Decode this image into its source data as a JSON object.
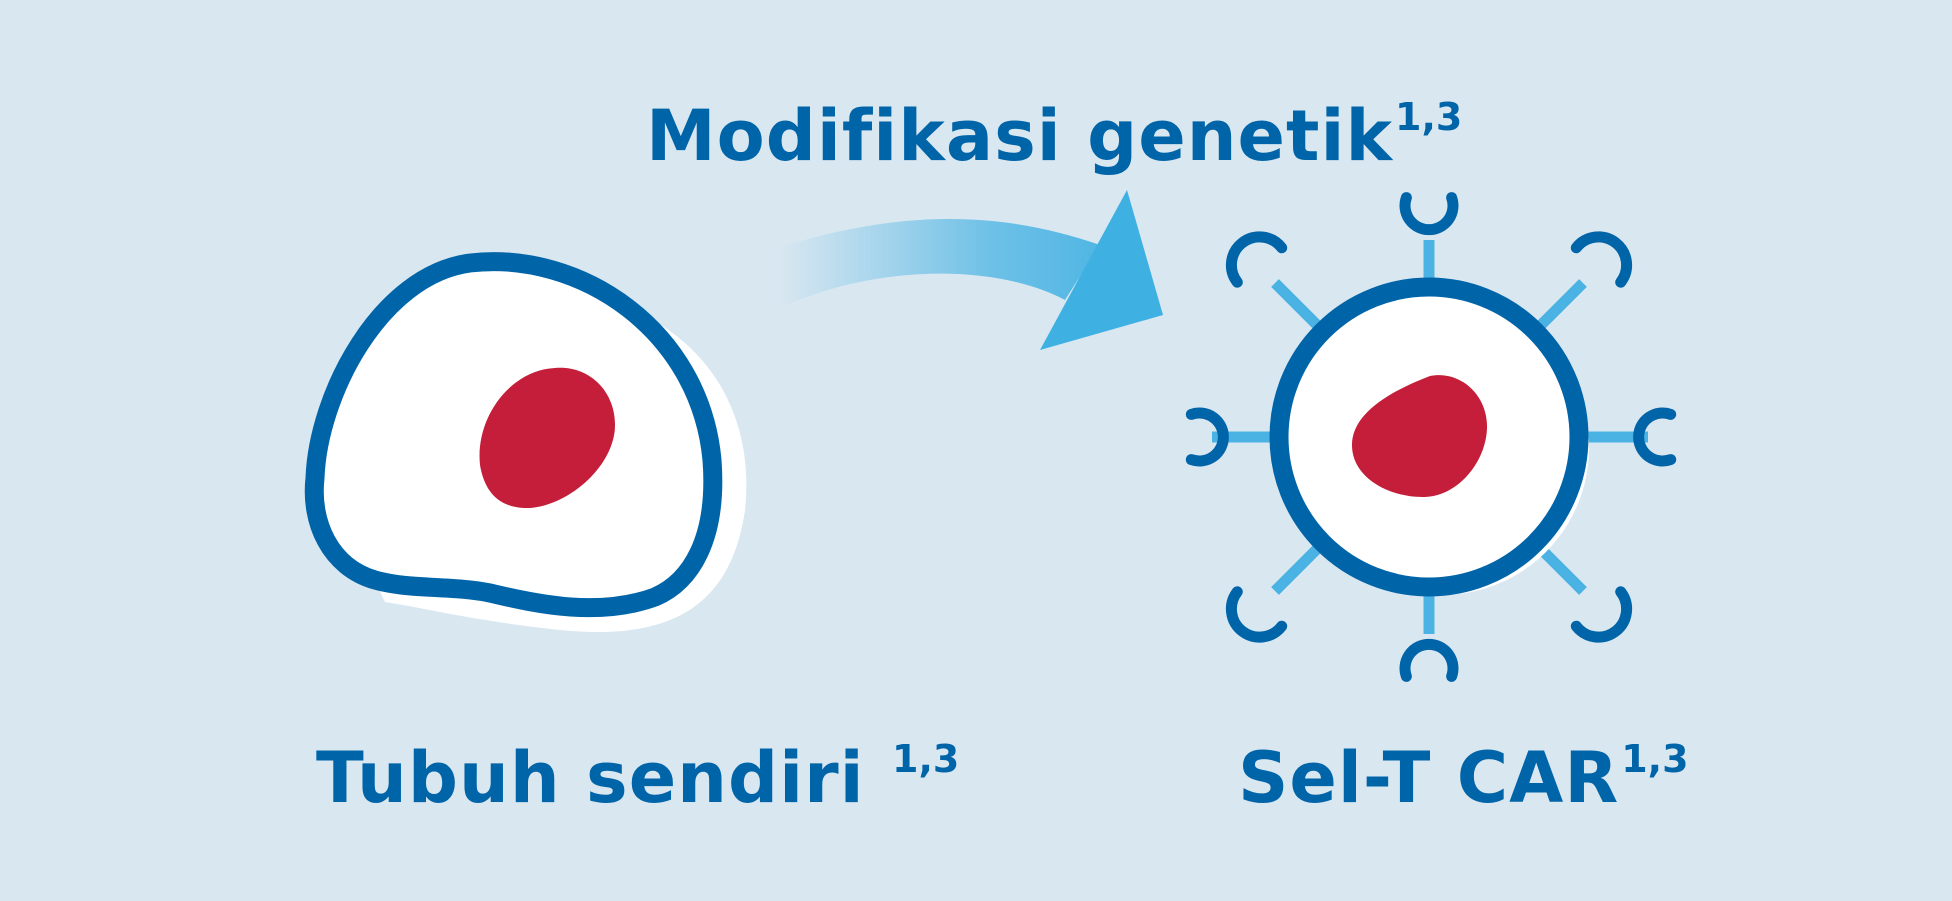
{
  "labels": {
    "process": {
      "text": "Modifikasi genetik",
      "ref": "1,3"
    },
    "source_cell": {
      "text": "Tubuh sendiri",
      "ref": "1,3"
    },
    "result_cell": {
      "text": "Sel-T CAR",
      "ref": "1,3"
    }
  },
  "colors": {
    "background": "#d9e7f1",
    "membrane": "#0064a8",
    "cell_fill": "#ffffff",
    "nucleus": "#c41e3a",
    "receptor_stalk": "#4bb3e3",
    "arrow": "#3fb0e2"
  },
  "icons": {
    "source_cell": "cell-icon",
    "result_cell": "car-t-cell-icon",
    "receptor": "car-receptor-icon",
    "arrow": "curved-arrow-icon"
  }
}
